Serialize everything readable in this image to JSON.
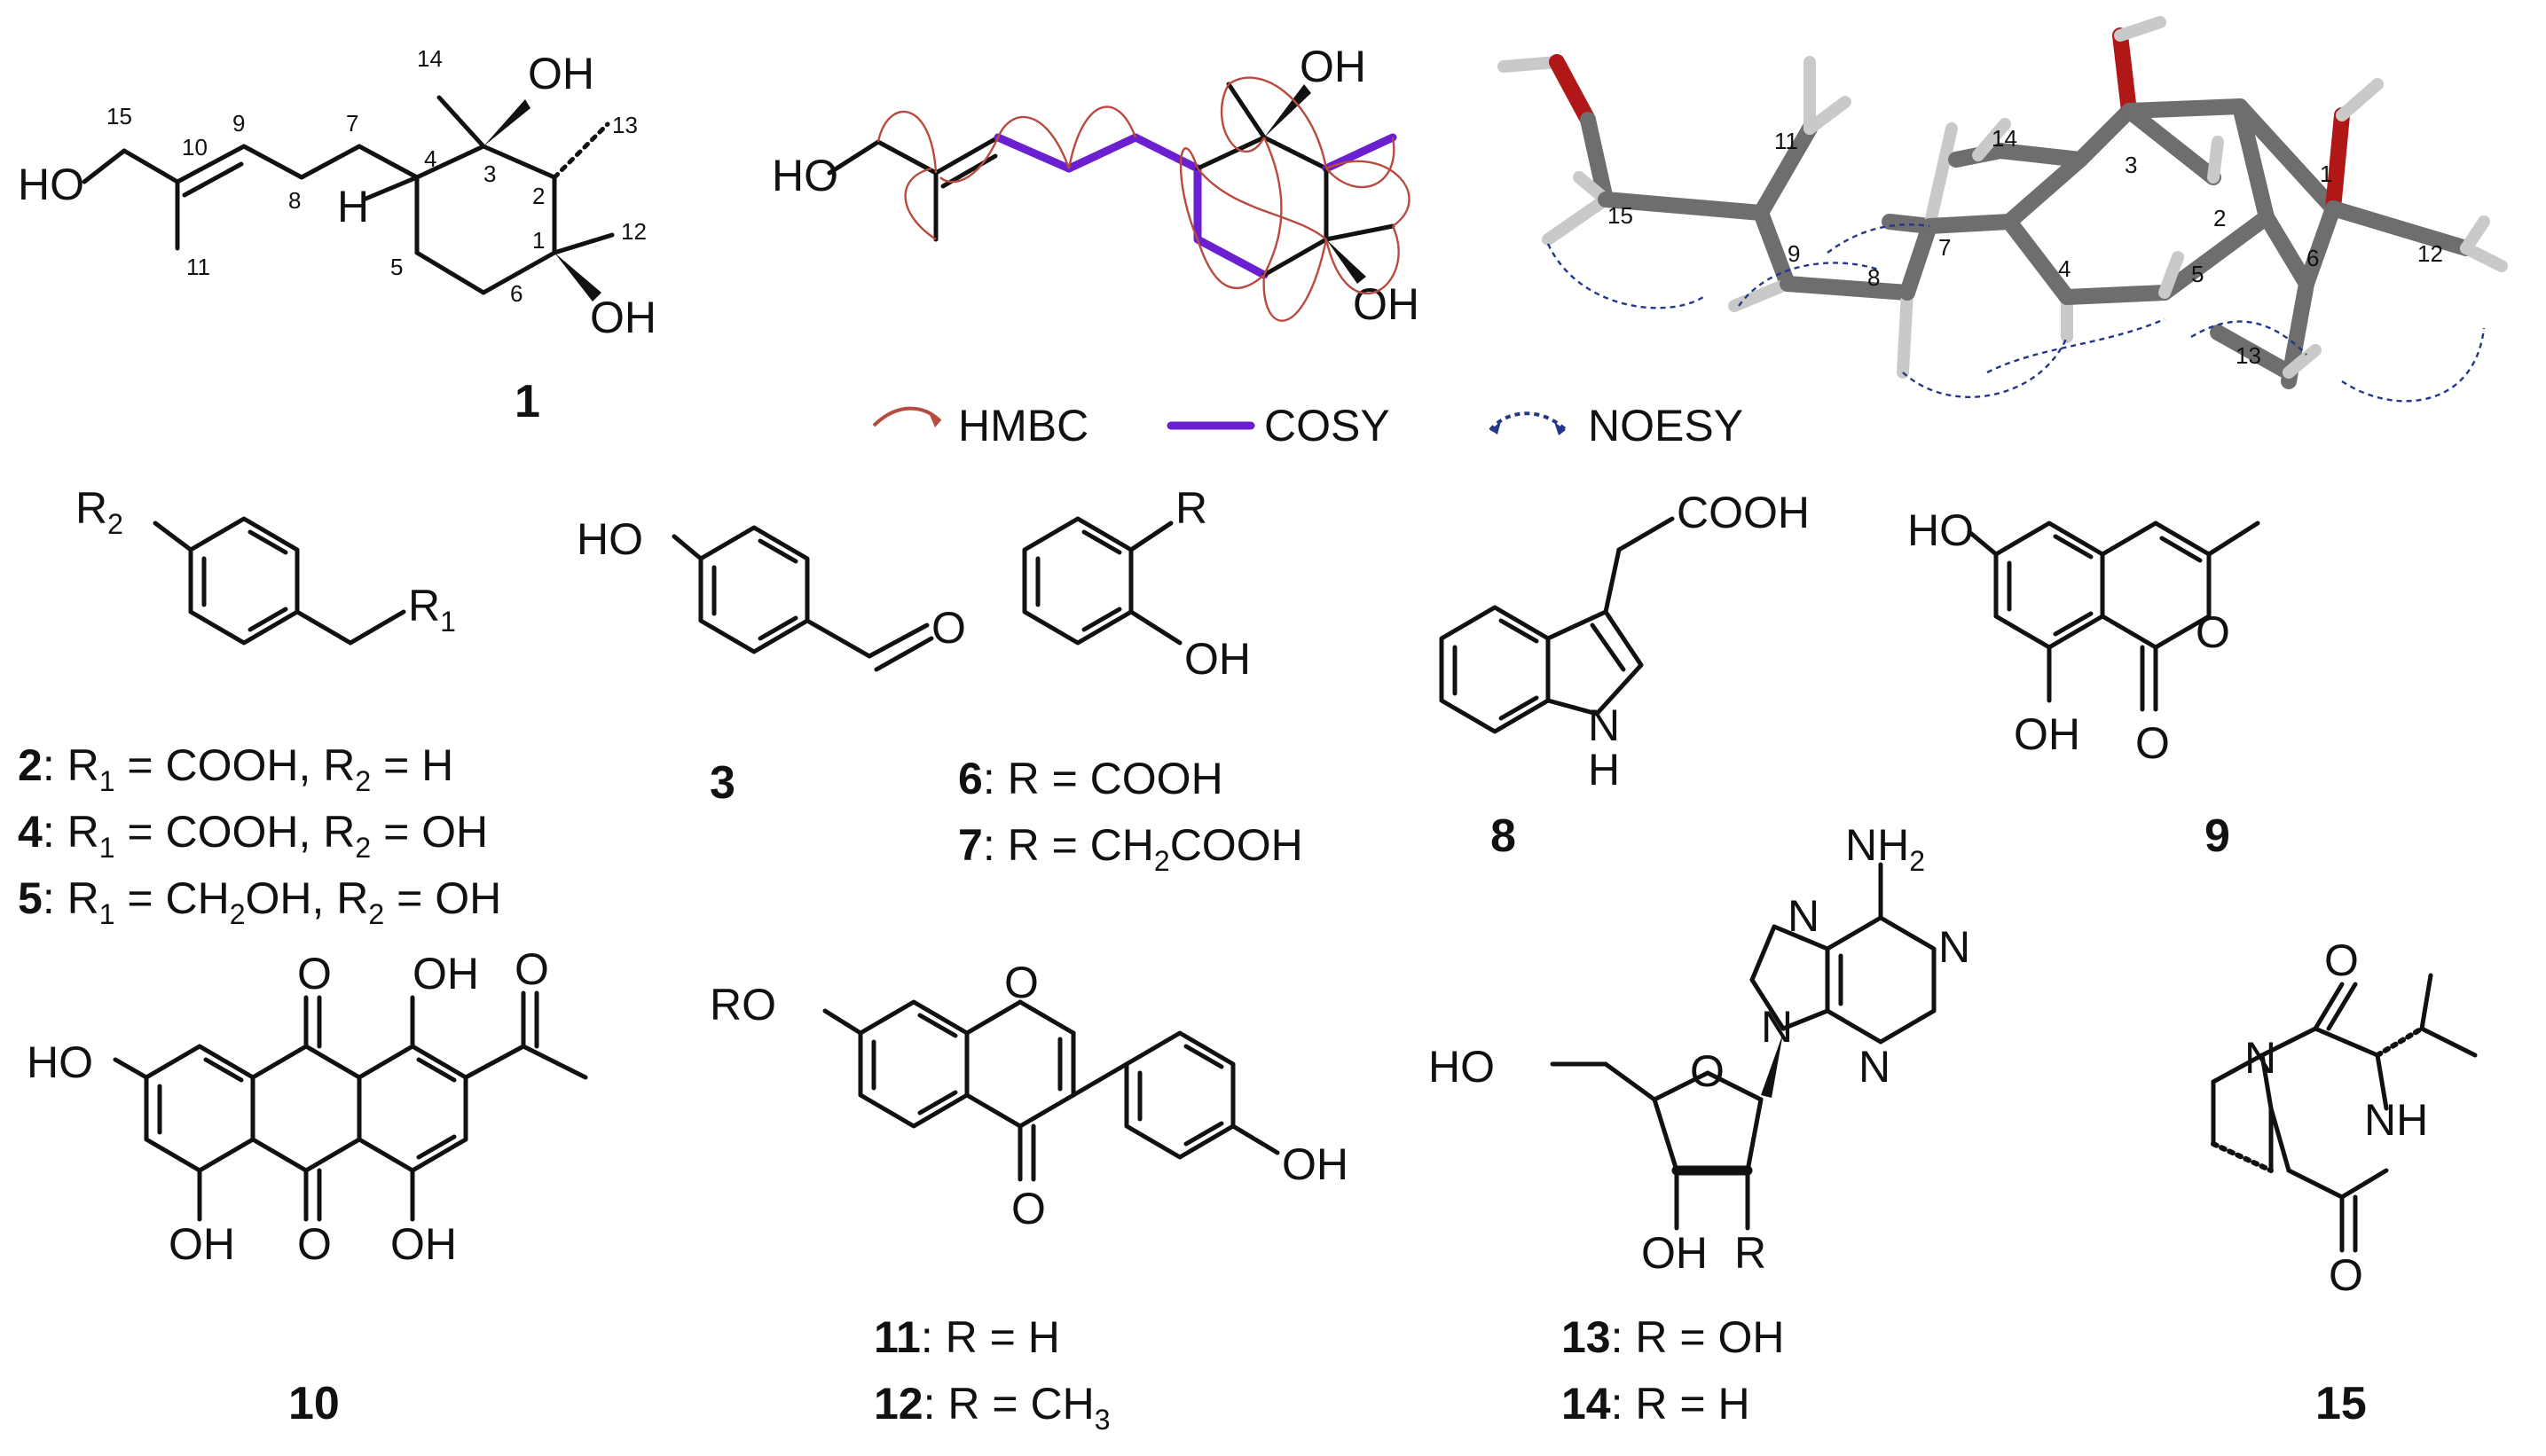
{
  "compound1": {
    "oh1": "OH",
    "oh2": "OH",
    "ho": "HO",
    "h": "H",
    "atoms": [
      "15",
      "10",
      "9",
      "7",
      "4",
      "3",
      "14",
      "13",
      "2",
      "1",
      "12",
      "6",
      "5",
      "8",
      "11"
    ],
    "number": "1"
  },
  "hmbc_panel": {
    "ho": "HO",
    "oh1": "OH",
    "oh2": "OH"
  },
  "legend": {
    "hmbc": "HMBC",
    "cosy": "COSY",
    "noesy": "NOESY"
  },
  "model3d": {
    "atoms": [
      "15",
      "11",
      "14",
      "3",
      "2",
      "1",
      "9",
      "8",
      "7",
      "4",
      "5",
      "6",
      "12",
      "13"
    ]
  },
  "c2": {
    "r2": "R",
    "r2sub": "2",
    "r1": "R",
    "r1sub": "1"
  },
  "c3": {
    "ho": "HO",
    "o": "O",
    "number": "3"
  },
  "c67": {
    "r": "R",
    "oh": "OH"
  },
  "c8": {
    "cooh": "COOH",
    "nh": "N",
    "h": "H",
    "number": "8"
  },
  "c9": {
    "ho": "HO",
    "oh": "OH",
    "o_ring": "O",
    "o_co": "O",
    "number": "9"
  },
  "caption245": {
    "c2_num": "2",
    "c2_text": ": R",
    "c2_a": "1",
    "c2_b": " = COOH, R",
    "c2_c": "2",
    "c2_d": " = H",
    "c4_num": "4",
    "c4_text": ": R",
    "c4_a": "1",
    "c4_b": " = COOH, R",
    "c4_c": "2",
    "c4_d": " = OH",
    "c5_num": "5",
    "c5_text": ": R",
    "c5_a": "1",
    "c5_b": " = CH",
    "c5_c": "2",
    "c5_d": "OH, R",
    "c5_e": "2",
    "c5_f": " = OH"
  },
  "caption67": {
    "c6_num": "6",
    "c6_text": ": R = COOH",
    "c7_num": "7",
    "c7_text": ": R = CH",
    "c7_sub": "2",
    "c7_end": "COOH"
  },
  "c10": {
    "o1": "O",
    "o2": "O",
    "o3": "O",
    "oh1": "OH",
    "oh2": "OH",
    "oh3": "OH",
    "ho": "HO",
    "number": "10"
  },
  "c1112": {
    "ro": "RO",
    "o_ring": "O",
    "o_co": "O",
    "oh": "OH",
    "c11_num": "11",
    "c11_text": ": R = H",
    "c12_num": "12",
    "c12_text": ": R = CH",
    "c12_sub": "3"
  },
  "c1314": {
    "nh2": "NH",
    "nh2sub": "2",
    "n1": "N",
    "n2": "N",
    "n3": "N",
    "n4": "N",
    "o": "O",
    "ho": "HO",
    "oh": "OH",
    "r": "R",
    "c13_num": "13",
    "c13_text": ": R = OH",
    "c14_num": "14",
    "c14_text": ": R = H"
  },
  "c15": {
    "o1": "O",
    "o2": "O",
    "n": "N",
    "nh": "NH",
    "number": "15"
  }
}
